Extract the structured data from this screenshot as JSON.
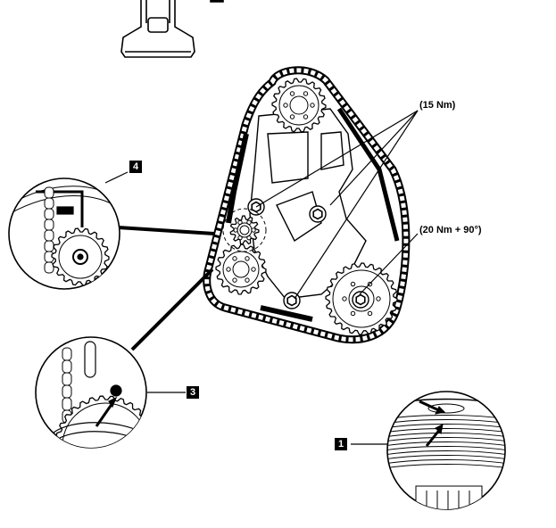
{
  "callouts": {
    "c1": "1",
    "c3": "3",
    "c4": "4"
  },
  "torque": {
    "upper": "(15 Nm)",
    "lower": "(20 Nm + 90°)"
  },
  "colors": {
    "ink": "#000000",
    "paper": "#ffffff",
    "gray": "#888888"
  }
}
